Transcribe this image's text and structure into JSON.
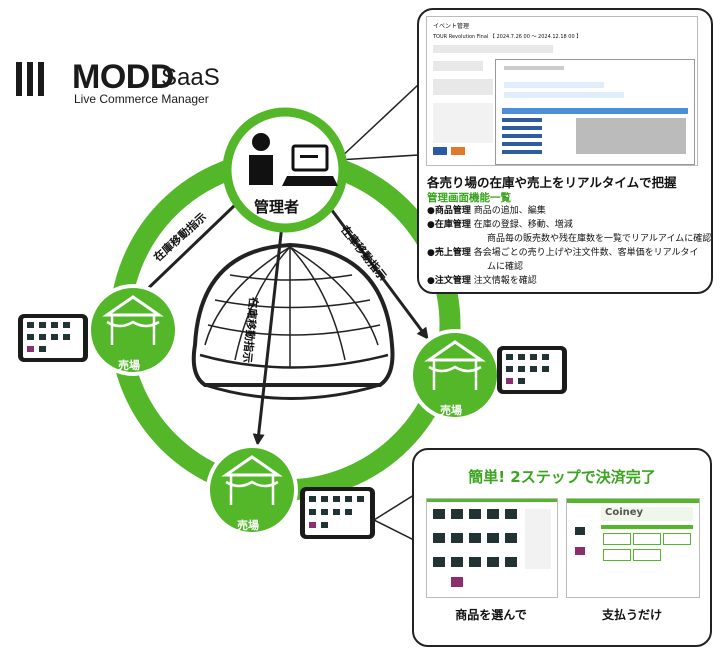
{
  "logo": {
    "main": "MODD",
    "saas": "SaaS",
    "sub": "Live Commerce Manager"
  },
  "admin": {
    "label": "管理者"
  },
  "venues": [
    {
      "label": "売場"
    },
    {
      "label": "売場"
    },
    {
      "label": "売場"
    }
  ],
  "arrows": [
    {
      "label": "在庫移動指示"
    },
    {
      "label": "在庫移動指示"
    },
    {
      "label": "在庫移動指示"
    }
  ],
  "info": {
    "title": "各売り場の在庫や売上をリアルタイムで把握",
    "subtitle": "管理画面機能一覧",
    "items": [
      {
        "name": "●商品管理",
        "desc": "商品の追加、編集"
      },
      {
        "name": "●在庫管理",
        "desc": "在庫の登録、移動、増減"
      },
      {
        "name": "",
        "desc": "商品毎の販売数や残在庫数を一覧でリアルアイムに確認"
      },
      {
        "name": "●売上管理",
        "desc": "各会場ごとの売り上げや注文件数、客単価をリアルタイ"
      },
      {
        "name": "",
        "desc": "ムに確認"
      },
      {
        "name": "●注文管理",
        "desc": "注文情報を確認"
      }
    ]
  },
  "screen": {
    "header": "イベント管理",
    "event": "TOUR Revolution Final 【 2024.7.26 00 〜 2024.12.18 00 】"
  },
  "easy": {
    "title": "簡単! 2ステップで決済完了",
    "step1": "商品を選んで",
    "step2": "支払うだけ",
    "brand": "Coiney"
  },
  "colors": {
    "green": "#54b72a",
    "dark": "#1a1a1a",
    "accent": "#3aa51e"
  }
}
